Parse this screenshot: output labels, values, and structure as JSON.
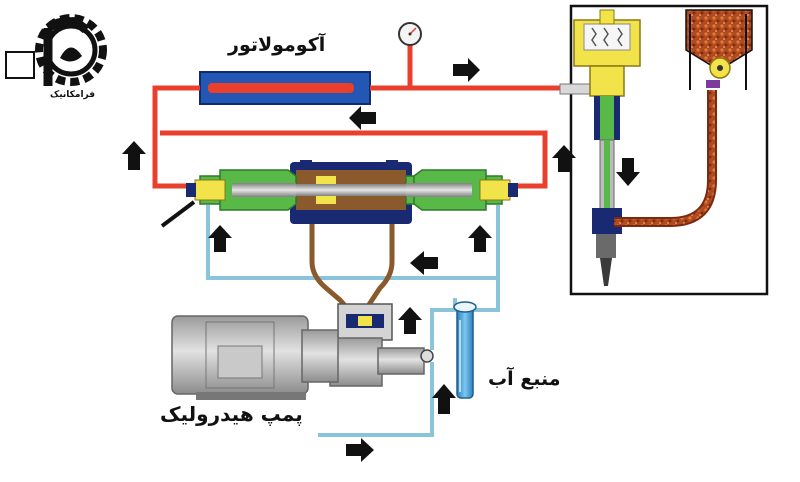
{
  "labels": {
    "accumulator": "آکومولاتور",
    "water_source": "منبع آب",
    "hydraulic_pump": "پمپ هیدرولیک",
    "logo_text": "فرامکانیک"
  },
  "colors": {
    "red_line": "#e8402c",
    "blue_line": "#8ac4da",
    "brown_line": "#8a5a2c",
    "green_body": "#58b848",
    "yellow_part": "#f3e34a",
    "navy_body": "#1a2a72",
    "accumulator_body": "#2457b4",
    "motor_gray": "#b8b8b8",
    "water_blue": "#3fa0d8",
    "arrow_black": "#111111"
  },
  "icons": [
    "pressure-gauge-icon",
    "logo-gear-icon",
    "flow-arrow-icon"
  ]
}
